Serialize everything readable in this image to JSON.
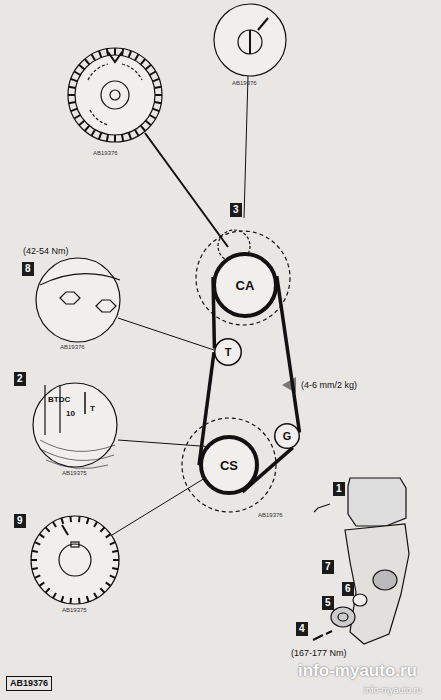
{
  "diagram": {
    "nodes": [
      {
        "text": [
          "CA"
        ]
      },
      {
        "text": [
          "T"
        ]
      },
      {
        "text": [
          "CS"
        ]
      },
      {
        "text": [
          "G"
        ]
      }
    ],
    "edges": [
      {
        "from": 0,
        "to": 1,
        "arrow": "none"
      },
      {
        "from": 1,
        "to": 2,
        "arrow": "none"
      },
      {
        "from": 2,
        "to": 3,
        "arrow": "none"
      },
      {
        "from": 3,
        "to": 0,
        "arrow": "none"
      }
    ],
    "labels": [
      "AB19376",
      "AB19376",
      "3",
      "(42-54 Nm)",
      "8",
      "AB19376",
      "(4-6 mm/2 kg)",
      "2",
      "BTDC",
      "10",
      "T",
      "AB19375",
      "AB19376",
      "1",
      "7",
      "6",
      "5",
      "4",
      "(167-177 Nm)",
      "9",
      "AB19375",
      "AB19376",
      "info-myauto.ru",
      "info-myauto.ru"
    ]
  }
}
